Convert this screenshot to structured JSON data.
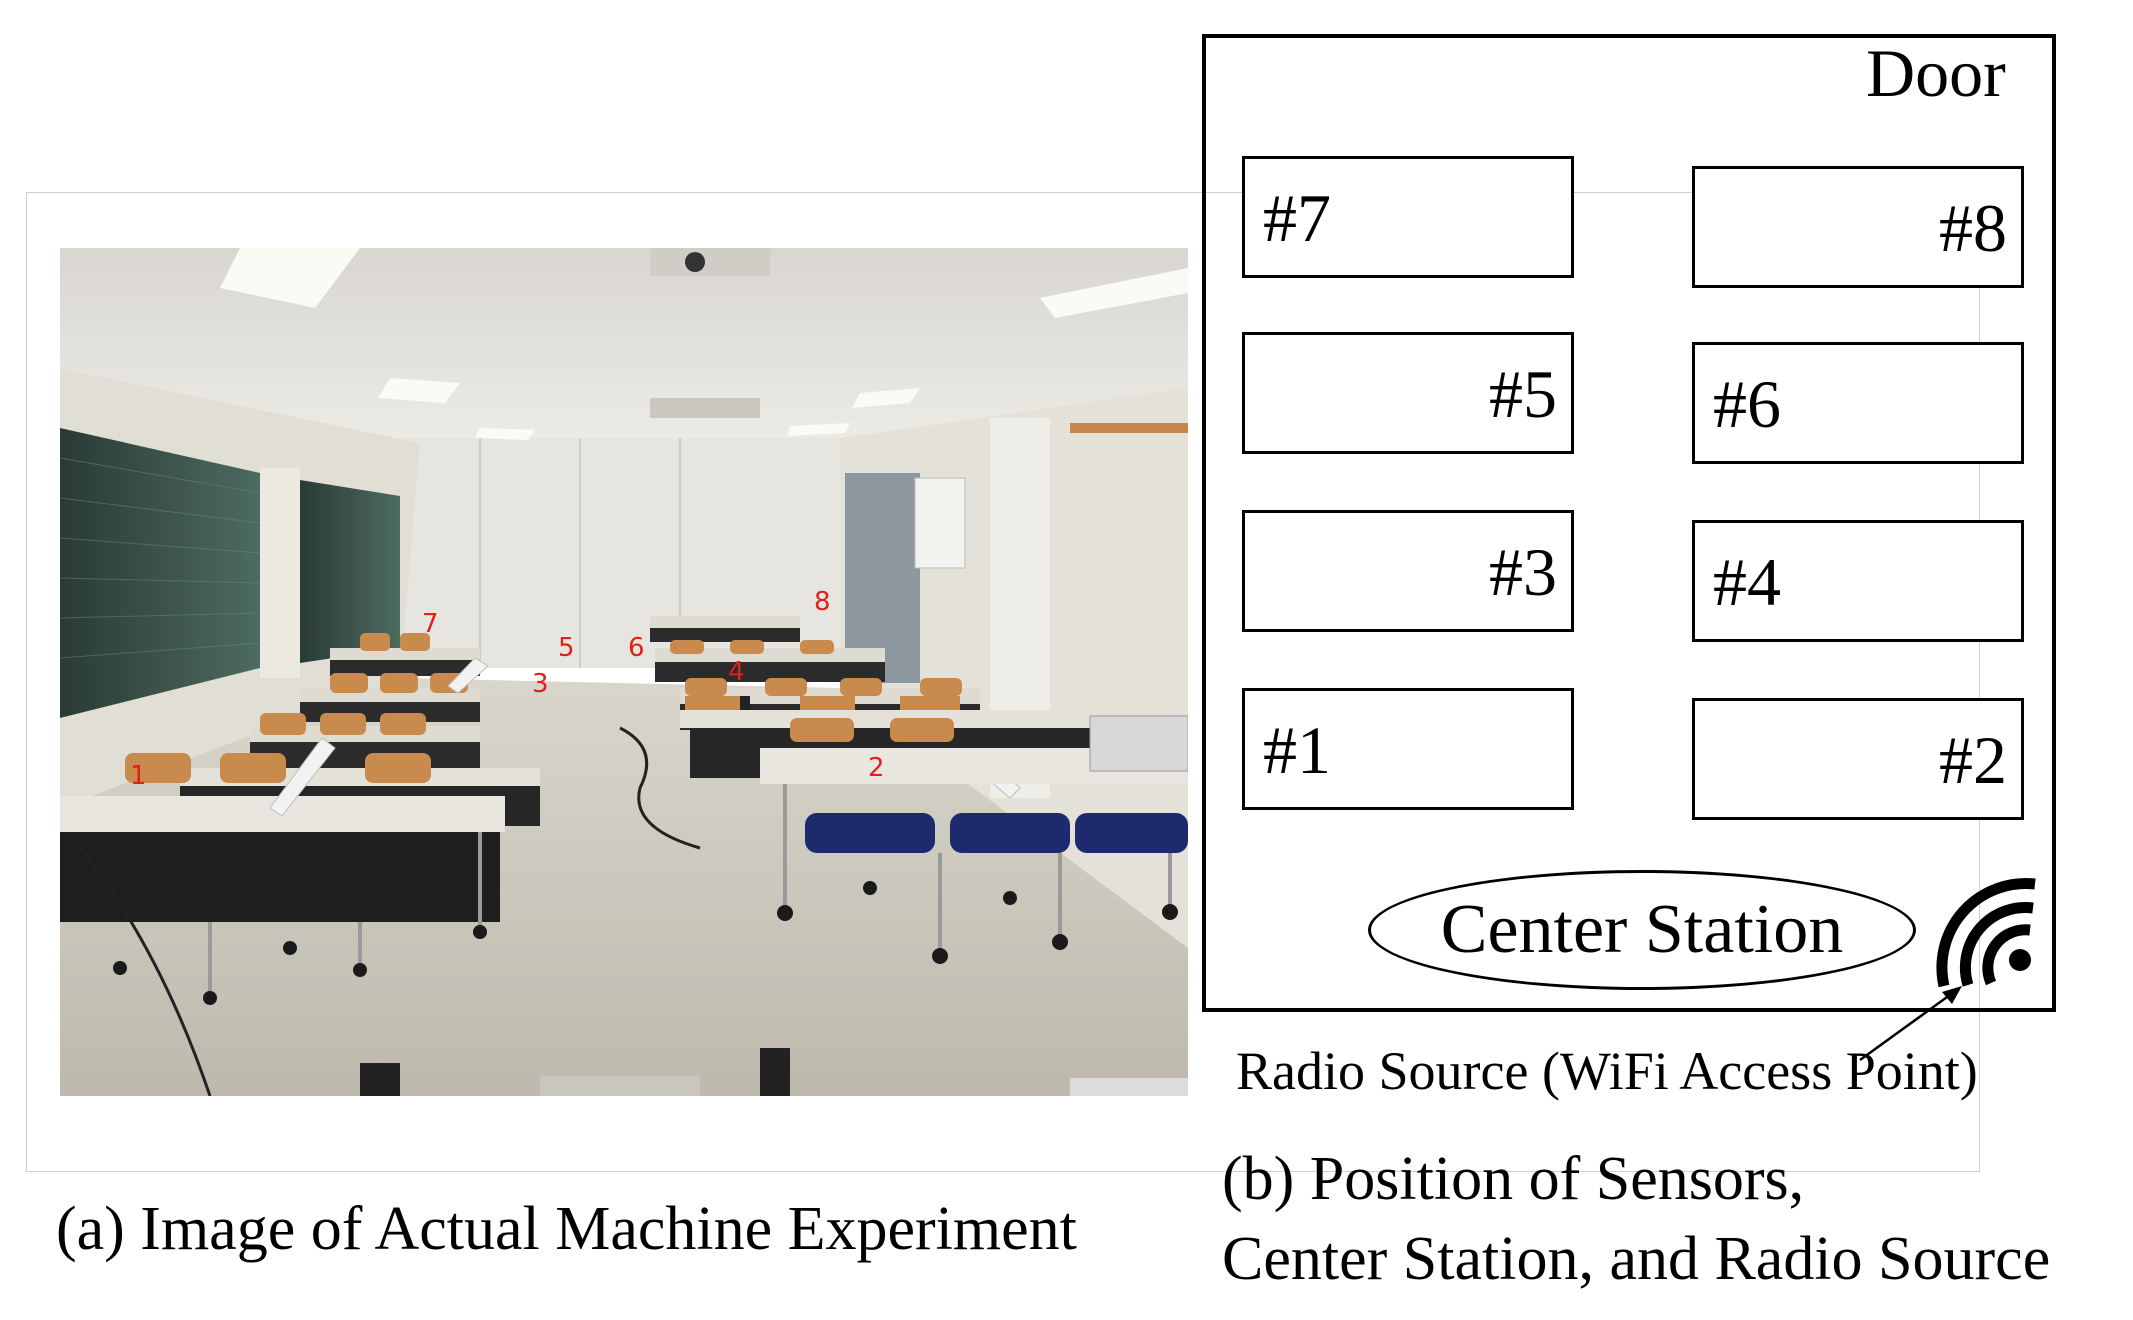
{
  "photo": {
    "markers": [
      "1",
      "2",
      "3",
      "4",
      "5",
      "6",
      "7",
      "8"
    ],
    "marker_color": "#e0201a"
  },
  "floor_plan": {
    "door_label": "Door",
    "desks": [
      {
        "label": "#7"
      },
      {
        "label": "#8"
      },
      {
        "label": "#5"
      },
      {
        "label": "#6"
      },
      {
        "label": "#3"
      },
      {
        "label": "#4"
      },
      {
        "label": "#1"
      },
      {
        "label": "#2"
      }
    ],
    "center_station": "Center Station",
    "radio_icon": "wifi-icon",
    "radio_source_label": "Radio Source (WiFi Access Point)"
  },
  "captions": {
    "a": "(a) Image of Actual Machine Experiment",
    "b_line1": "(b) Position of Sensors,",
    "b_line2": "Center Station, and Radio Source"
  }
}
